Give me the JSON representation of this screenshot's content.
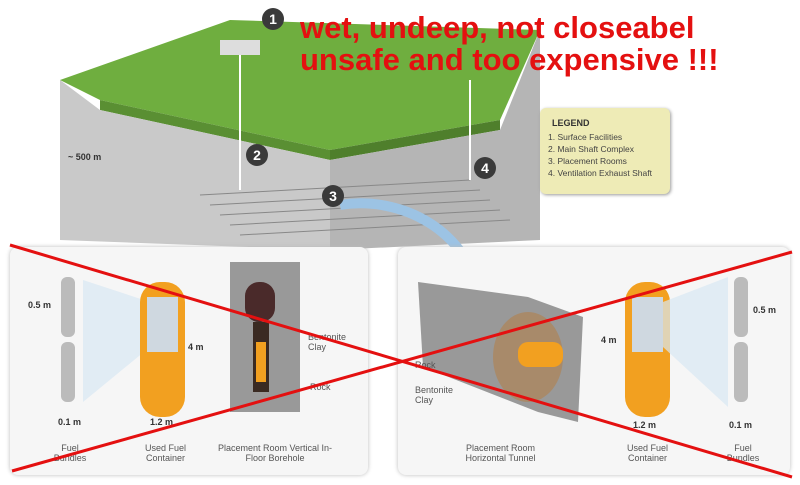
{
  "protest": {
    "line1": "wet, undeep, not closeabel",
    "line2": "unsafe and too expensive !!!",
    "color": "#e41010"
  },
  "markers": [
    "1",
    "2",
    "3",
    "4"
  ],
  "depth_label": "~ 500 m",
  "legend": {
    "title": "LEGEND",
    "items": [
      "1. Surface Facilities",
      "2. Main Shaft Complex",
      "3. Placement Rooms",
      "4. Ventilation Exhaust Shaft"
    ]
  },
  "left_panel": {
    "bundle_height": "0.5 m",
    "bundle_width": "0.1 m",
    "container_height": "4 m",
    "container_width": "1.2 m",
    "bentonite": "Bentonite Clay",
    "rock": "Rock",
    "captions": [
      "Fuel Bundles",
      "Used Fuel Container",
      "Placement Room Vertical In-Floor Borehole"
    ]
  },
  "right_panel": {
    "bundle_height": "0.5 m",
    "bundle_width": "0.1 m",
    "container_height": "4 m",
    "container_width": "1.2 m",
    "bentonite": "Bentonite Clay",
    "rock": "Rock",
    "captions": [
      "Placement Room Horizontal Tunnel",
      "Used Fuel Container",
      "Fuel Bundles"
    ]
  }
}
